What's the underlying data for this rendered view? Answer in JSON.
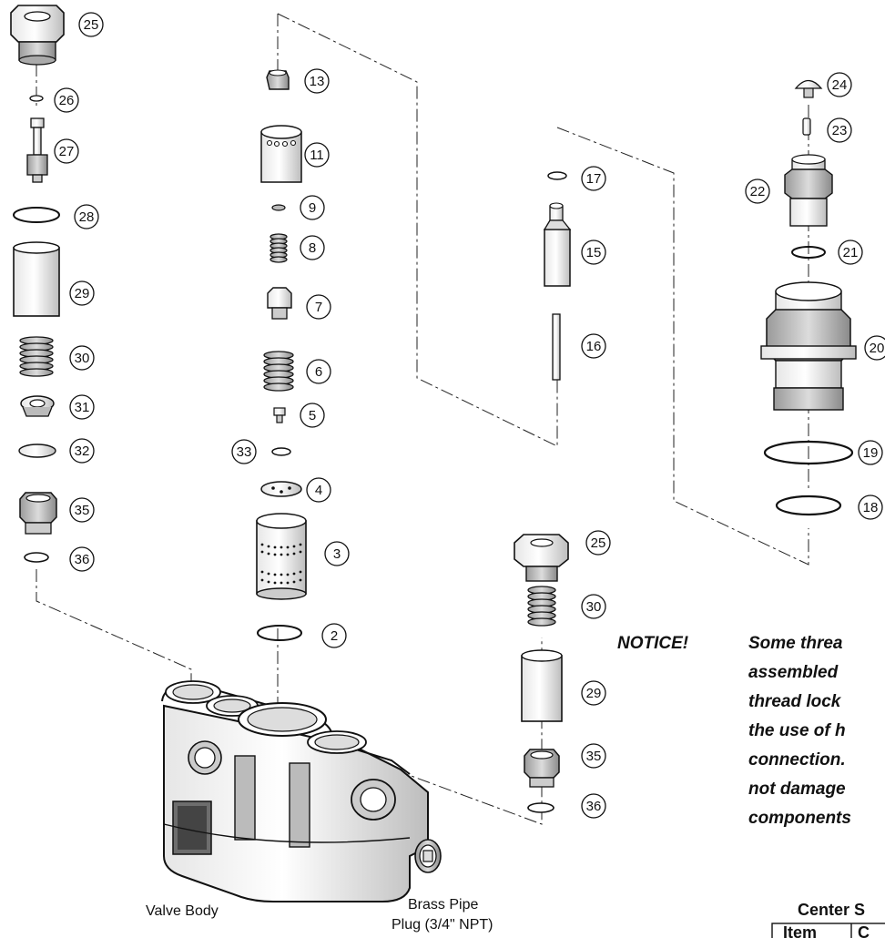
{
  "callouts": {
    "c25a": "25",
    "c26": "26",
    "c27": "27",
    "c28": "28",
    "c29a": "29",
    "c30a": "30",
    "c31": "31",
    "c32": "32",
    "c35a": "35",
    "c36a": "36",
    "c13": "13",
    "c11": "11",
    "c9": "9",
    "c8": "8",
    "c7": "7",
    "c6": "6",
    "c5": "5",
    "c33": "33",
    "c4": "4",
    "c3": "3",
    "c2": "2",
    "c17": "17",
    "c15": "15",
    "c16": "16",
    "c24": "24",
    "c23": "23",
    "c22": "22",
    "c21": "21",
    "c20": "20",
    "c19": "19",
    "c18": "18",
    "c25b": "25",
    "c30b": "30",
    "c29b": "29",
    "c35b": "35",
    "c36b": "36"
  },
  "labels": {
    "valve_body": "Valve Body",
    "brass_plug_line1": "Brass Pipe",
    "brass_plug_line2": "Plug (3/4\" NPT)"
  },
  "notice": {
    "title": "NOTICE!",
    "lines": [
      "Some threa",
      "assembled ",
      "thread lock",
      "the use of h",
      "connection.",
      "not damage",
      "components"
    ]
  },
  "table": {
    "title": "Center S",
    "col1": "Item",
    "col2": "C"
  }
}
